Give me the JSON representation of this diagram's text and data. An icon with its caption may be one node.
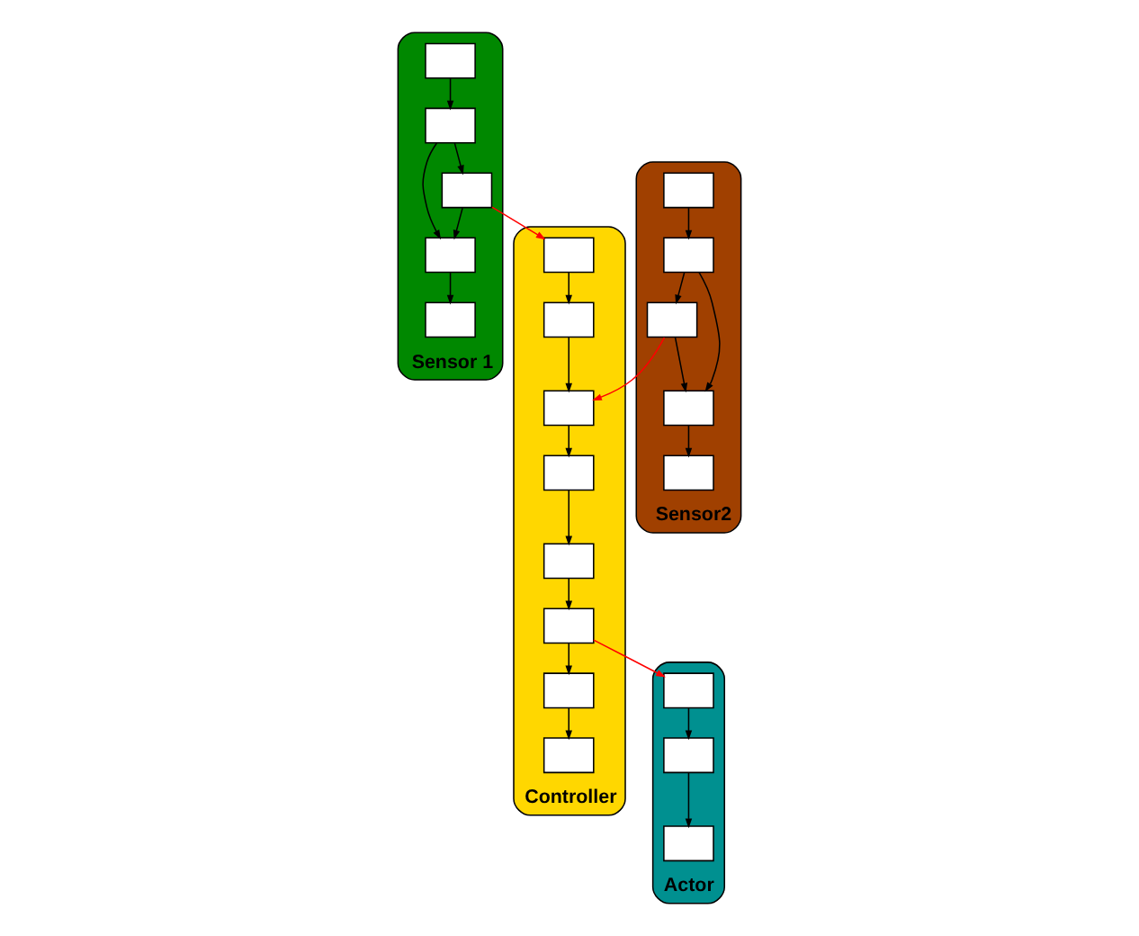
{
  "diagram": {
    "nodes": [
      {
        "text": [
          "Sensor 1"
        ]
      },
      {
        "text": [],
        "shape": "box",
        "in": 0
      },
      {
        "text": [],
        "shape": "box",
        "in": 0
      },
      {
        "text": [],
        "shape": "box",
        "in": 0
      },
      {
        "text": [],
        "shape": "box",
        "in": 0
      },
      {
        "text": [],
        "shape": "box",
        "in": 0
      },
      {
        "text": [
          "Sensor2"
        ]
      },
      {
        "text": [],
        "shape": "box",
        "in": 6
      },
      {
        "text": [],
        "shape": "box",
        "in": 6
      },
      {
        "text": [],
        "shape": "box",
        "in": 6
      },
      {
        "text": [],
        "shape": "box",
        "in": 6
      },
      {
        "text": [],
        "shape": "box",
        "in": 6
      },
      {
        "text": [
          "Controller"
        ]
      },
      {
        "text": [],
        "shape": "box",
        "in": 12
      },
      {
        "text": [],
        "shape": "box",
        "in": 12
      },
      {
        "text": [],
        "shape": "box",
        "in": 12
      },
      {
        "text": [],
        "shape": "box",
        "in": 12
      },
      {
        "text": [],
        "shape": "box",
        "in": 12
      },
      {
        "text": [],
        "shape": "box",
        "in": 12
      },
      {
        "text": [],
        "shape": "box",
        "in": 12
      },
      {
        "text": [],
        "shape": "box",
        "in": 12
      },
      {
        "text": [
          "Actor"
        ]
      },
      {
        "text": [],
        "shape": "box",
        "in": 21
      },
      {
        "text": [],
        "shape": "box",
        "in": 21
      },
      {
        "text": [],
        "shape": "box",
        "in": 21
      }
    ],
    "edges": [
      {
        "from": 1,
        "to": 2,
        "arrow": "to"
      },
      {
        "from": 2,
        "to": 3,
        "arrow": "to"
      },
      {
        "from": 2,
        "to": 4,
        "arrow": "to"
      },
      {
        "from": 3,
        "to": 4,
        "arrow": "to"
      },
      {
        "from": 4,
        "to": 5,
        "arrow": "to"
      },
      {
        "from": 3,
        "to": 13,
        "arrow": "to",
        "color": "#ff0000"
      },
      {
        "from": 7,
        "to": 8,
        "arrow": "to"
      },
      {
        "from": 8,
        "to": 9,
        "arrow": "to"
      },
      {
        "from": 8,
        "to": 10,
        "arrow": "to"
      },
      {
        "from": 9,
        "to": 10,
        "arrow": "to"
      },
      {
        "from": 10,
        "to": 11,
        "arrow": "to"
      },
      {
        "from": 9,
        "to": 15,
        "arrow": "to",
        "color": "#ff0000"
      },
      {
        "from": 13,
        "to": 14,
        "arrow": "to"
      },
      {
        "from": 14,
        "to": 15,
        "arrow": "to"
      },
      {
        "from": 15,
        "to": 16,
        "arrow": "to"
      },
      {
        "from": 16,
        "to": 17,
        "arrow": "to"
      },
      {
        "from": 17,
        "to": 18,
        "arrow": "to"
      },
      {
        "from": 18,
        "to": 19,
        "arrow": "to"
      },
      {
        "from": 19,
        "to": 20,
        "arrow": "to"
      },
      {
        "from": 18,
        "to": 22,
        "arrow": "to",
        "color": "#ff0000"
      },
      {
        "from": 22,
        "to": 23,
        "arrow": "to"
      },
      {
        "from": 23,
        "to": 24,
        "arrow": "to"
      }
    ]
  }
}
